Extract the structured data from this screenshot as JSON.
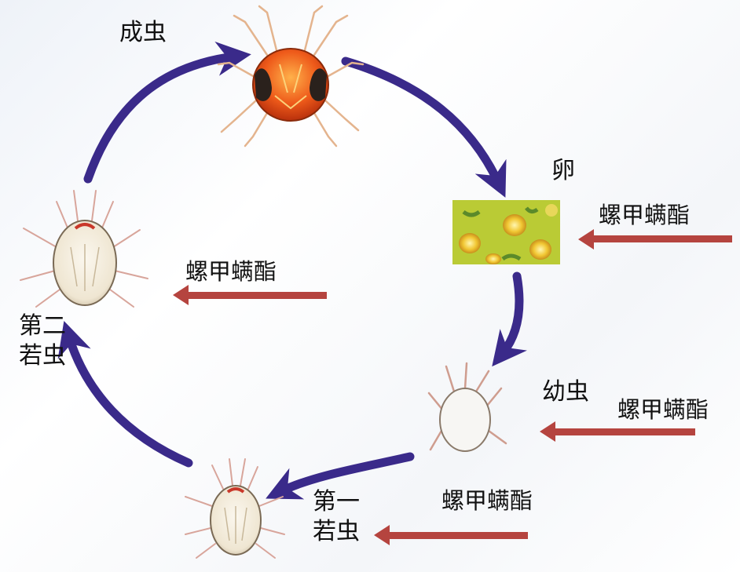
{
  "stages": {
    "adult": "成虫",
    "egg": "卵",
    "larva": "幼虫",
    "nymph1": "第一若虫",
    "nymph2": "第二若虫"
  },
  "nymph1_lines": [
    "第一",
    "若虫"
  ],
  "nymph2_lines": [
    "第二",
    "若虫"
  ],
  "chemical": "螺甲螨酯",
  "colors": {
    "cycle_arrow": "#3a2a8a",
    "inhibit_arrow": "#b5443f",
    "adult_body": "#e8501a",
    "egg_bg": "#c9d63a"
  }
}
